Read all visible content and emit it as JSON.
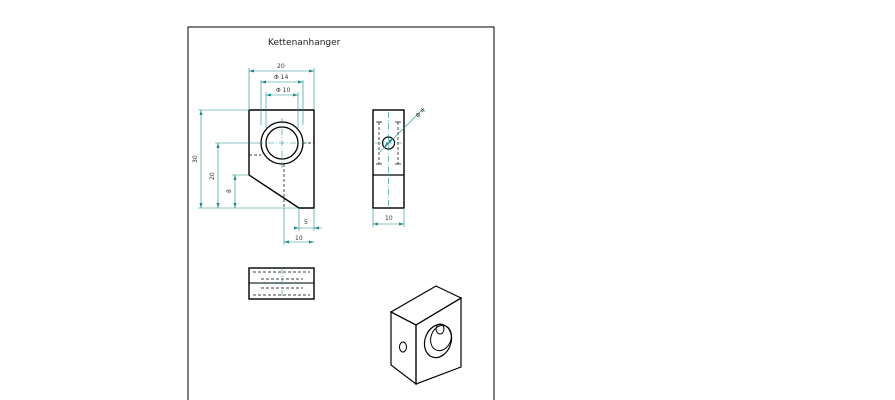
{
  "drawing": {
    "title": "Kettenanhanger",
    "colors": {
      "outline": "#000000",
      "dimension": "#1a8a8a",
      "paper": "#ffffff"
    },
    "front_view": {
      "dim_width": "20",
      "dim_dia_outer": "Φ 14",
      "dim_dia_inner": "Φ 10",
      "dim_height_total": "30",
      "dim_height_mid": "20",
      "dim_height_low": "8",
      "dim_bottom_small": "5",
      "dim_bottom_large": "10"
    },
    "side_view": {
      "dim_dia": "Φ 4",
      "dim_width": "10"
    }
  }
}
